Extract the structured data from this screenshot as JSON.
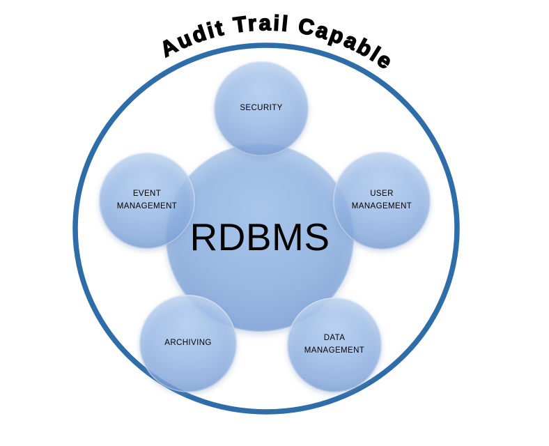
{
  "title": "Audit Trail Capable",
  "diagram": {
    "center": {
      "label": "RDBMS"
    },
    "nodes": {
      "security": {
        "label": "SECURITY"
      },
      "user": {
        "label": "USER MANAGEMENT"
      },
      "data": {
        "label": "DATA MANAGEMENT"
      },
      "archiving": {
        "label": "ARCHIVING"
      },
      "event": {
        "label": "EVENT MANAGEMENT"
      }
    },
    "colors": {
      "ring": "#2E6DA8",
      "circle_fill": "#8FB2DC",
      "text": "#000000",
      "background": "#FFFFFF"
    }
  }
}
